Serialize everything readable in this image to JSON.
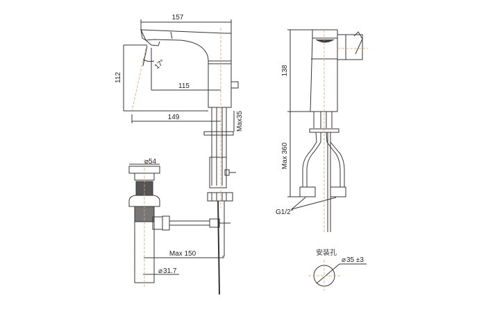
{
  "drawing": {
    "dimensions": {
      "overall_length": "157",
      "height": "112",
      "angle": "17°",
      "reach": "115",
      "spout_projection": "149",
      "max_deck": "Max35",
      "side_height": "138",
      "max_hose": "Max 360",
      "thread": "G1/2\"",
      "drain_top_dia": "54",
      "drain_rod": "Max 150",
      "drain_tail_dia": "31.7",
      "hole_label": "安装孔",
      "hole_dia": "35 ±3"
    },
    "colors": {
      "line": "#333333",
      "center_line": "#d9a56a",
      "background": "#ffffff"
    }
  }
}
